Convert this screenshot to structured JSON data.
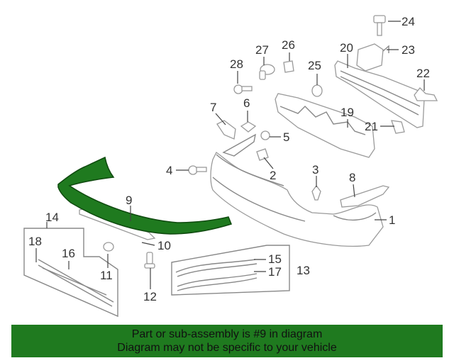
{
  "colors": {
    "highlight": "#1f7a1f",
    "banner": "#1f7a1f",
    "line": "#888888",
    "text": "#333333"
  },
  "callouts": {
    "c1": "1",
    "c2": "2",
    "c3": "3",
    "c4": "4",
    "c5": "5",
    "c6": "6",
    "c7": "7",
    "c8": "8",
    "c9": "9",
    "c10": "10",
    "c11": "11",
    "c12": "12",
    "c13": "13",
    "c14": "14",
    "c15": "15",
    "c16": "16",
    "c17": "17",
    "c18": "18",
    "c19": "19",
    "c20": "20",
    "c21": "21",
    "c22": "22",
    "c23": "23",
    "c24": "24",
    "c25": "25",
    "c26": "26",
    "c27": "27",
    "c28": "28"
  },
  "banner": {
    "line1": "Part or sub-assembly is #9 in diagram",
    "line2": "Diagram may not be specific to your vehicle"
  }
}
